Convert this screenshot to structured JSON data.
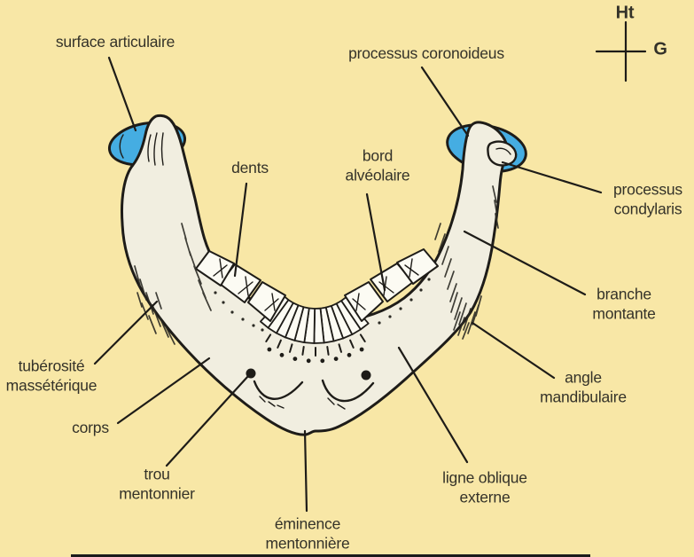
{
  "figure": {
    "background_color": "#F8E7A6",
    "bone_color": "#F1EEE0",
    "tooth_color": "#FCFBF3",
    "condyle_color": "#45ADE2",
    "line_color": "#1E1C18",
    "text_color": "#343229"
  },
  "diagram_subject": "mandibule (vue antéro-supérieure)",
  "orientation": {
    "up_label": "Ht",
    "right_label": "G"
  },
  "labels": {
    "surface_articulaire": "surface articulaire",
    "processus_coronoideus": "processus coronoideus",
    "dents": "dents",
    "bord_alveolaire": "bord\nalvéolaire",
    "processus_condylaris": "processus\ncondylaris",
    "branche_montante": "branche\nmontante",
    "angle_mandibulaire": "angle\nmandibulaire",
    "tuberosite_masseterique": "tubérosité\nmassétérique",
    "corps": "corps",
    "trou_mentonnier": "trou\nmentonnier",
    "eminence_mentonniere": "éminence\nmentonnière",
    "ligne_oblique_externe": "ligne oblique\nexterne"
  }
}
